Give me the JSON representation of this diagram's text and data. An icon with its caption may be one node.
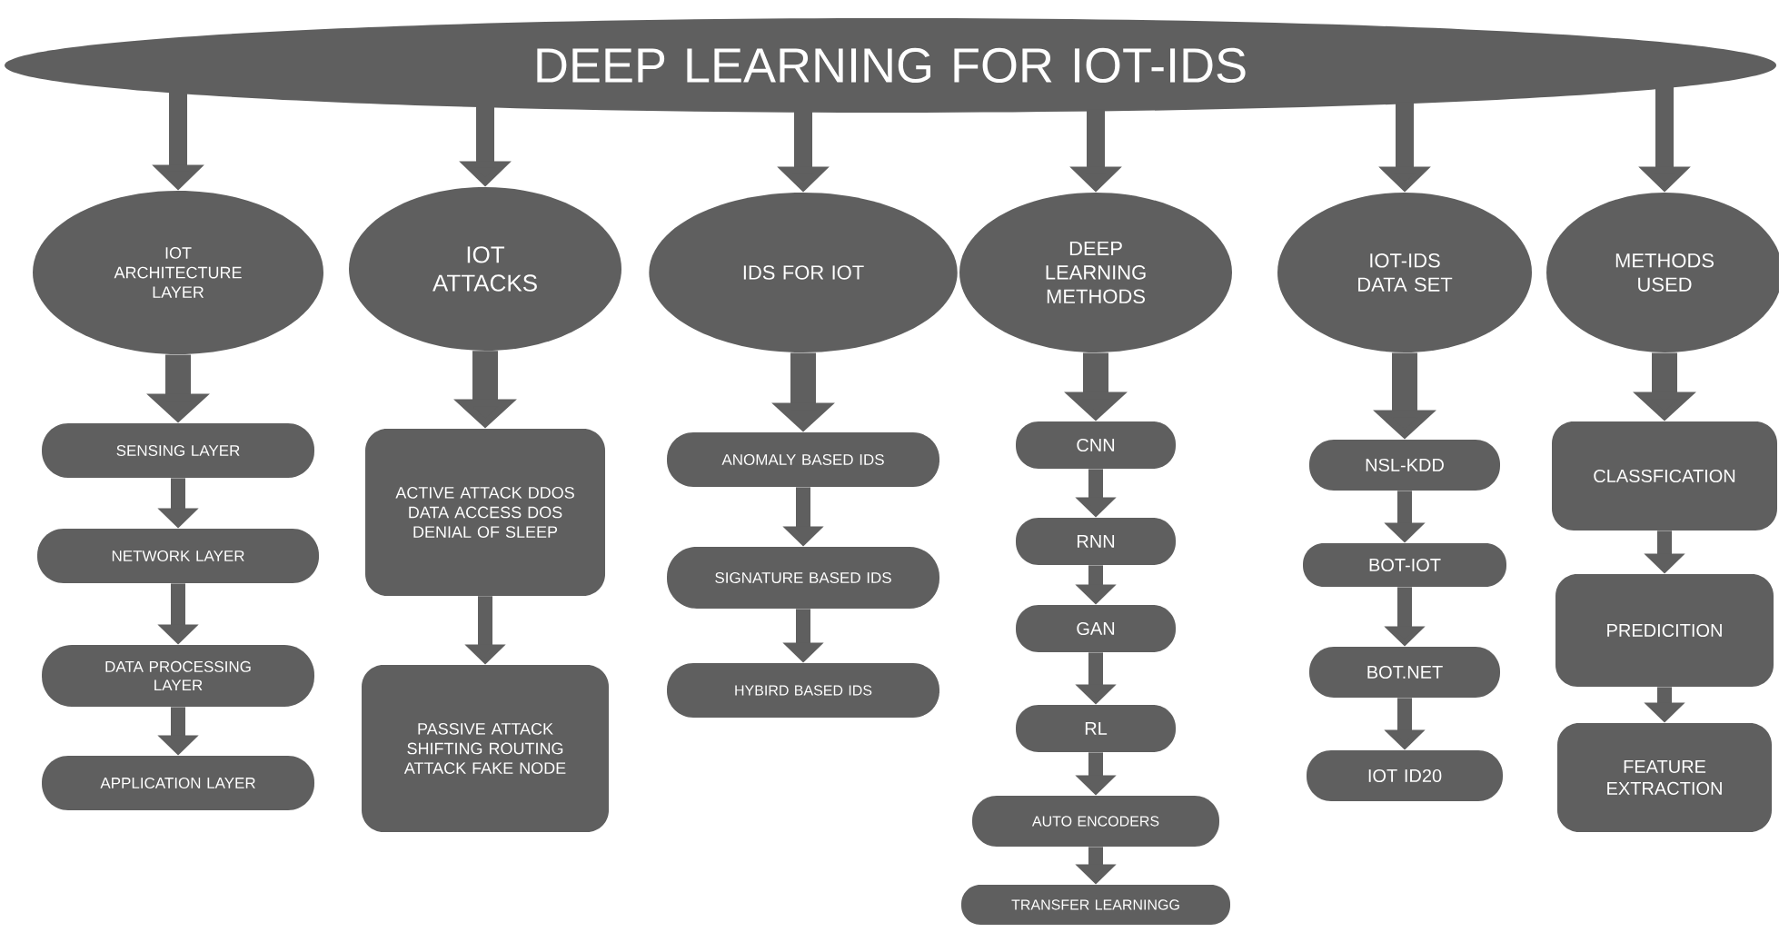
{
  "diagram": {
    "nodes": [
      {
        "text": [
          "DEEP LEARNING FOR IOT-IDS"
        ]
      },
      {
        "text": [
          "IOT ARCHITECTURE LAYER"
        ]
      },
      {
        "text": [
          "SENSING LAYER"
        ]
      },
      {
        "text": [
          "NETWORK LAYER"
        ]
      },
      {
        "text": [
          "DATA PROCESSING LAYER"
        ]
      },
      {
        "text": [
          "APPLICATION LAYER"
        ]
      },
      {
        "text": [
          "IOT ATTACKS"
        ]
      },
      {
        "text": [
          "ACTIVE ATTACK DDOS DATA ACCESS DOS DENIAL OF SLEEP"
        ]
      },
      {
        "text": [
          "PASSIVE ATTACK SHIFTING ROUTING ATTACK FAKE NODE"
        ]
      },
      {
        "text": [
          "IDS FOR IOT"
        ]
      },
      {
        "text": [
          "ANOMALY BASED IDS"
        ]
      },
      {
        "text": [
          "SIGNATURE BASED IDS"
        ]
      },
      {
        "text": [
          "HYBIRD BASED IDS"
        ]
      },
      {
        "text": [
          "DEEP LEARNING METHODS"
        ]
      },
      {
        "text": [
          "CNN"
        ]
      },
      {
        "text": [
          "RNN"
        ]
      },
      {
        "text": [
          "GAN"
        ]
      },
      {
        "text": [
          "RL"
        ]
      },
      {
        "text": [
          "AUTO ENCODERS"
        ]
      },
      {
        "text": [
          "TRANSFER LEARNINGG"
        ]
      },
      {
        "text": [
          "IOT-IDS DATA SET"
        ]
      },
      {
        "text": [
          "NSL-KDD"
        ]
      },
      {
        "text": [
          "BOT-IOT"
        ]
      },
      {
        "text": [
          "BOT.NET"
        ]
      },
      {
        "text": [
          "IOT ID20"
        ]
      },
      {
        "text": [
          "METHODS USED"
        ]
      },
      {
        "text": [
          "CLASSFICATION"
        ]
      },
      {
        "text": [
          "PREDICITION"
        ]
      },
      {
        "text": [
          "FEATURE EXTRACTION"
        ]
      }
    ],
    "edges": [
      {
        "from": 0,
        "to": 1,
        "arrow": "to"
      },
      {
        "from": 0,
        "to": 6,
        "arrow": "to"
      },
      {
        "from": 0,
        "to": 9,
        "arrow": "to"
      },
      {
        "from": 0,
        "to": 13,
        "arrow": "to"
      },
      {
        "from": 0,
        "to": 20,
        "arrow": "to"
      },
      {
        "from": 0,
        "to": 25,
        "arrow": "to"
      },
      {
        "from": 1,
        "to": 2,
        "arrow": "to"
      },
      {
        "from": 2,
        "to": 3,
        "arrow": "to"
      },
      {
        "from": 3,
        "to": 4,
        "arrow": "to"
      },
      {
        "from": 4,
        "to": 5,
        "arrow": "to"
      },
      {
        "from": 6,
        "to": 7,
        "arrow": "to"
      },
      {
        "from": 7,
        "to": 8,
        "arrow": "to"
      },
      {
        "from": 9,
        "to": 10,
        "arrow": "to"
      },
      {
        "from": 10,
        "to": 11,
        "arrow": "to"
      },
      {
        "from": 11,
        "to": 12,
        "arrow": "to"
      },
      {
        "from": 13,
        "to": 14,
        "arrow": "to"
      },
      {
        "from": 14,
        "to": 15,
        "arrow": "to"
      },
      {
        "from": 15,
        "to": 16,
        "arrow": "to"
      },
      {
        "from": 16,
        "to": 17,
        "arrow": "to"
      },
      {
        "from": 17,
        "to": 18,
        "arrow": "to"
      },
      {
        "from": 18,
        "to": 19,
        "arrow": "to"
      },
      {
        "from": 20,
        "to": 21,
        "arrow": "to"
      },
      {
        "from": 21,
        "to": 22,
        "arrow": "to"
      },
      {
        "from": 22,
        "to": 23,
        "arrow": "to"
      },
      {
        "from": 23,
        "to": 24,
        "arrow": "to"
      },
      {
        "from": 25,
        "to": 26,
        "arrow": "to"
      },
      {
        "from": 26,
        "to": 27,
        "arrow": "to"
      },
      {
        "from": 27,
        "to": 28,
        "arrow": "to"
      }
    ]
  }
}
